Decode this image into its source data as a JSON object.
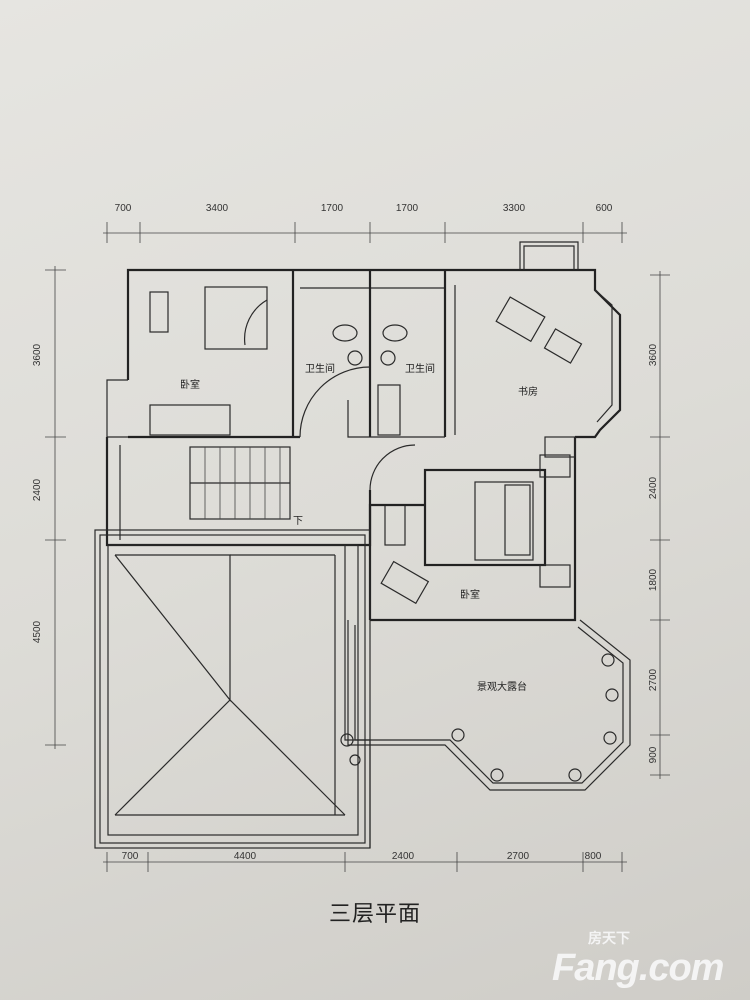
{
  "drawing": {
    "title": "三层平面",
    "watermark": {
      "cn": "房天下",
      "en": "Fang.com"
    },
    "dimensions": {
      "top": [
        "700",
        "3400",
        "1700",
        "1700",
        "3300",
        "600"
      ],
      "bottom": [
        "700",
        "4400",
        "2400",
        "2700",
        "800"
      ],
      "left": [
        "3600",
        "2400",
        "4500"
      ],
      "right": [
        "3600",
        "2400",
        "1800",
        "2700",
        "900"
      ]
    },
    "rooms": {
      "bedroom_nw": "卧室",
      "bath_1": "卫生间",
      "bath_2": "卫生间",
      "study": "书房",
      "stair_down": "下",
      "bedroom_se": "卧室",
      "terrace": "景观大露台"
    }
  }
}
